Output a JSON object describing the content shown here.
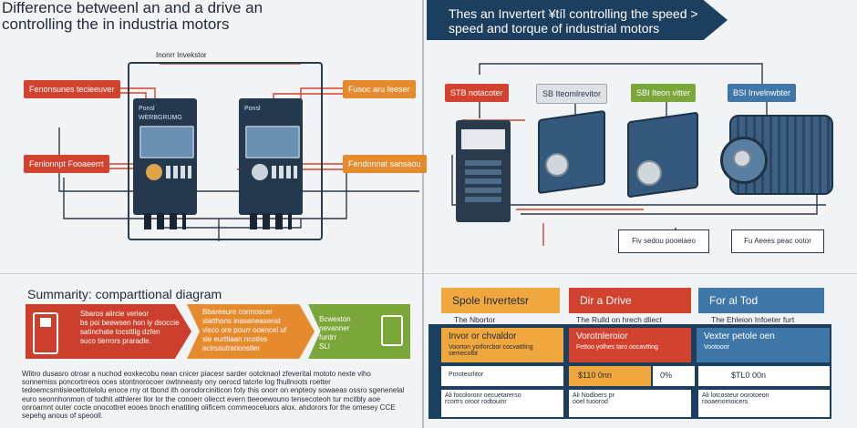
{
  "left": {
    "title_line1": "Difference betweenl an and a drive an",
    "title_line2": "controlling the in industria motors",
    "panel_label": "Inonrr Invekstor",
    "drive_a_label": "Ponsl",
    "drive_a_sublabel": "WERBGRUMG",
    "drive_b_label": "Ponsl",
    "tags": [
      {
        "text": "Fenonsunes tecieeuver",
        "color": "red"
      },
      {
        "text": "Fenlonnpt Fooaeerrt",
        "color": "red"
      },
      {
        "text": "Fusoc aru feeser",
        "color": "orange"
      },
      {
        "text": "Fendonnat sansaou",
        "color": "orange"
      }
    ]
  },
  "right": {
    "banner_line1": "Thes an Invertert ¥tíl controlling the speed >",
    "banner_line2": "speed and torque of industrial motors",
    "tags": [
      {
        "text": "STB notacoter",
        "color": "red"
      },
      {
        "text": "SB Iteomlrevitor",
        "color": "gray"
      },
      {
        "text": "SBI Iteon vitter",
        "color": "green"
      },
      {
        "text": "BSI Invelnwbter",
        "color": "blue"
      }
    ],
    "caption_left": "Fiv sedou pooeiaeo",
    "caption_right": "Fu Aeees peac ootor"
  },
  "summary": {
    "title": "Summarity: comparttional diagram",
    "col1": "Sbaros aiircie verieor\nbs poi beewsen hon iy dsoccie\nsatinchate tocsttlig dzfen\nsuco tierrors praradle.",
    "col2": "Bbareeure cormoscer\nslatthons inasaneasenst\nvisco ore pourr ooencel uf\nsie eurttiaan ncotles\nacirsautrationstler",
    "col3": "Bcwexton\nnevanner\nfurdrr\nSLI",
    "paragraph": "Wlitro dusasro otroar a nuchod eoxkecobu nean cnicer piacesr sarder ootcknaol zfeverital mototo nexte viho sonnemiss poncortrreos oces stontnorocoer owtnneasty ony oerocd tatcrle log fhullnoots roetter tedoemcsmtisieoettotelolu enoce rny ot tbond ith oorodorciniticon foty this onorr on enpteoy sowaeas ossro sgenenelal euro seonnhonmon of todhit atthlerer llor lor the conoerr oliecct evern tteeoewouno tensecoteoh tur mcitbly aoe onroarnnt outer cocte onocottret eooes bnoch enatiting oiificem commeoceluors alox. ahdorors for the omesey CCE sepehg anous of speooll."
  },
  "table": {
    "headers": [
      {
        "text": "Spole Invertetsr",
        "color": "orange"
      },
      {
        "text": "Dir a Drive",
        "color": "red"
      },
      {
        "text": "For al Tod",
        "color": "blue"
      }
    ],
    "subheaders": [
      "The Nbortor",
      "The Rulld on hrech dliect",
      "The Ehleion Infoeter furt"
    ],
    "row1": [
      "Invor or chvaldor",
      "Vorotnleroior",
      "Vexter petole oen"
    ],
    "row1_sub": [
      "Voorton yorforcbor cocvattling semecolbt",
      "Fettoo yolhes taro oocavtting",
      "Vootooor"
    ],
    "row2_label": "Poroteurlitor",
    "row2": [
      "$110 0nn",
      "0%",
      "$TL0 00n"
    ],
    "row3": [
      "Ali focoloronr oecuetarerso\nrcortrs oroor rodtouinr",
      "Ali Nodloers pr\nooel tuoorod",
      "Ali lotcosteur oorotoeon\nrooaenomoicers"
    ]
  },
  "colors": {
    "navy": "#1c3f5f",
    "red": "#cc3f2d",
    "orange": "#e58b2e",
    "green": "#7aa63a",
    "blue": "#3f78a8"
  }
}
